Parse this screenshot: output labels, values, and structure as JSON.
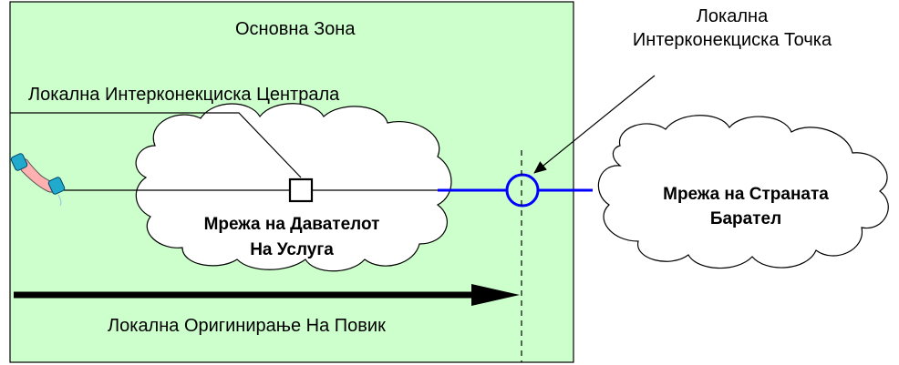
{
  "zone": {
    "title": "Основна Зона",
    "fill": "#ccffcc"
  },
  "labels": {
    "local_exchange": "Локална Интерконекциска Централа",
    "poi_line1": "Локална",
    "poi_line2": "Интерконекциска Точка",
    "origination": "Локална Оригинирање На Повик"
  },
  "clouds": {
    "provider_line1": "Мрежа на Давателот",
    "provider_line2": "На Услуга",
    "foreign_line1": "Мрежа на Странатa",
    "foreign_line2": "Барател"
  },
  "icons": {
    "phone": "telephone-handset-icon"
  },
  "colors": {
    "link_blue": "#0000ff",
    "zone_border": "#000000"
  }
}
